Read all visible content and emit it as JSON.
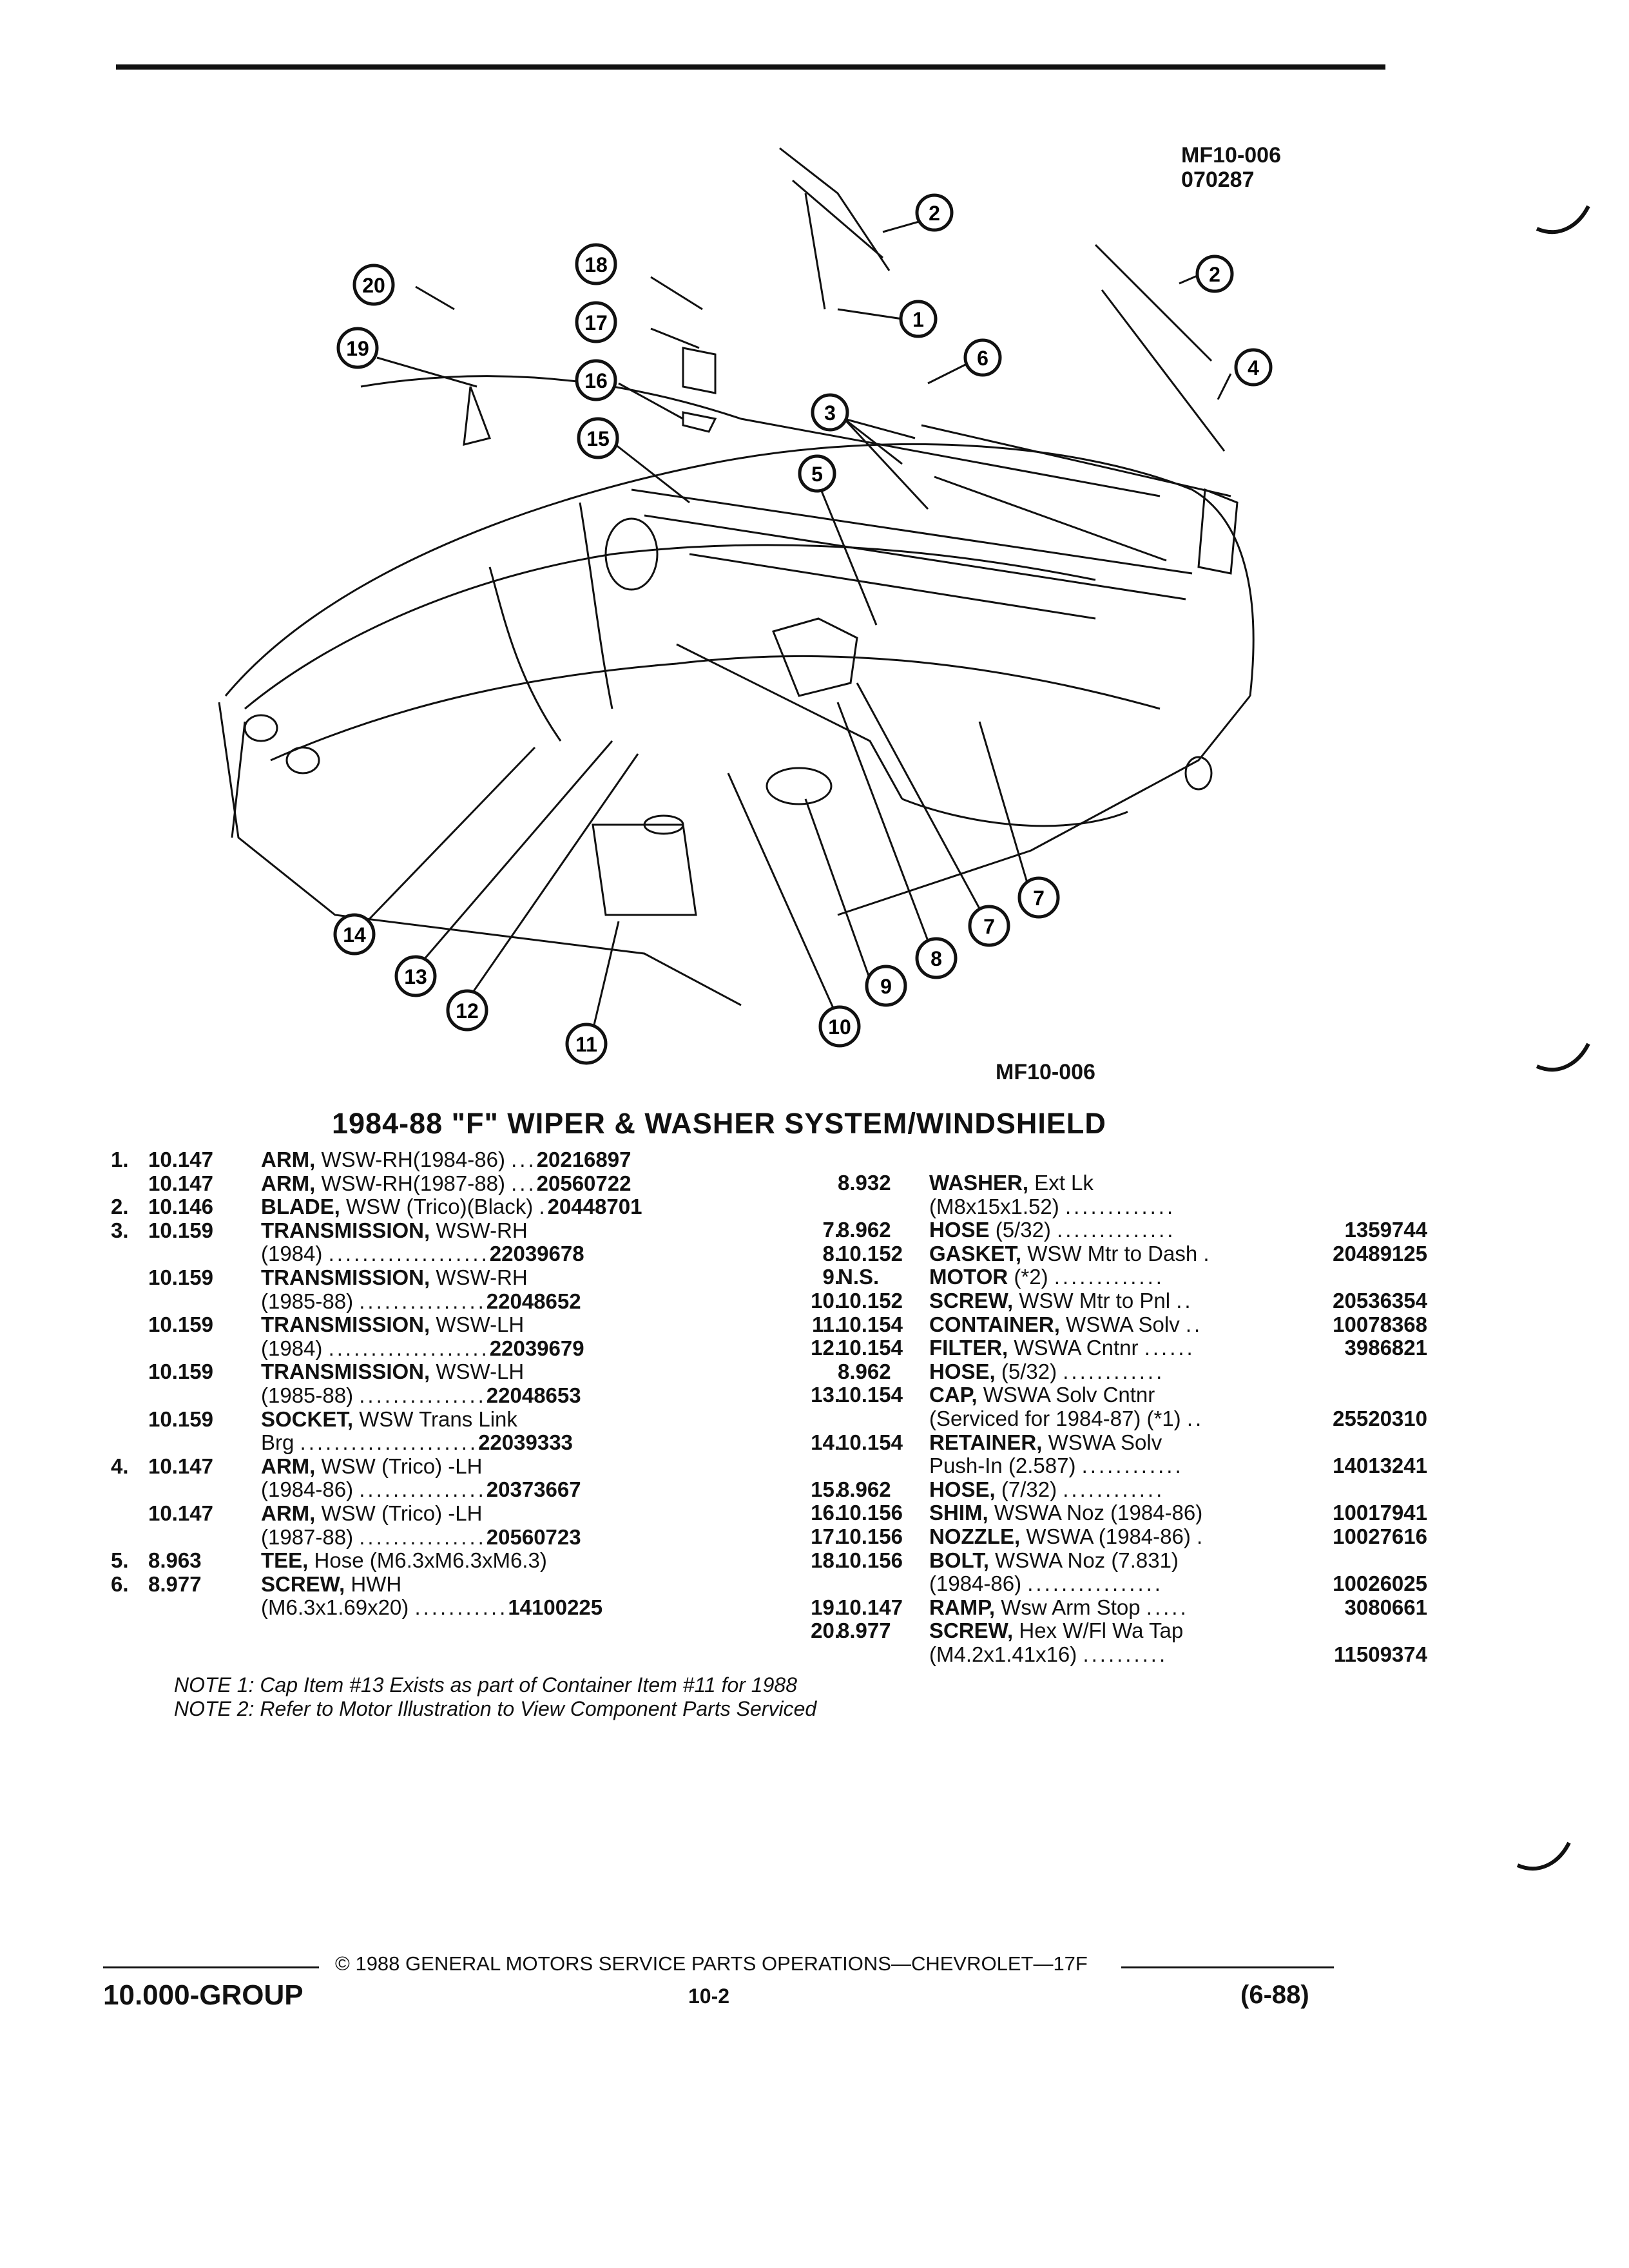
{
  "header": {
    "ref_code_line1": "MF10-006",
    "ref_code_line2": "070287"
  },
  "figure": {
    "label": "MF10-006",
    "callouts": [
      "20",
      "18",
      "19",
      "17",
      "16",
      "15",
      "2",
      "1",
      "2",
      "6",
      "4",
      "3",
      "5",
      "14",
      "13",
      "12",
      "11",
      "10",
      "9",
      "8",
      "7",
      "7"
    ]
  },
  "title": "1984-88 \"F\" WIPER & WASHER SYSTEM/WINDSHIELD",
  "left_parts": [
    {
      "n": "1.",
      "g": "10.147",
      "name": "ARM,",
      "desc": " WSW-RH(1984-86) ",
      "dots": "...",
      "part": "20216897"
    },
    {
      "n": "",
      "g": "10.147",
      "name": "ARM,",
      "desc": " WSW-RH(1987-88) ",
      "dots": "...",
      "part": "20560722"
    },
    {
      "n": "2.",
      "g": "10.146",
      "name": "BLADE,",
      "desc": " WSW (Trico)(Black) ",
      "dots": ".",
      "part": "20448701"
    },
    {
      "n": "3.",
      "g": "10.159",
      "name": "TRANSMISSION,",
      "desc": " WSW-RH",
      "dots": "",
      "part": ""
    },
    {
      "n": "",
      "g": "",
      "name": "",
      "desc": "(1984) ",
      "dots": "...................",
      "part": "22039678"
    },
    {
      "n": "",
      "g": "10.159",
      "name": "TRANSMISSION,",
      "desc": " WSW-RH",
      "dots": "",
      "part": ""
    },
    {
      "n": "",
      "g": "",
      "name": "",
      "desc": "(1985-88) ",
      "dots": "...............",
      "part": "22048652"
    },
    {
      "n": "",
      "g": "10.159",
      "name": "TRANSMISSION,",
      "desc": " WSW-LH",
      "dots": "",
      "part": ""
    },
    {
      "n": "",
      "g": "",
      "name": "",
      "desc": "(1984) ",
      "dots": "...................",
      "part": "22039679"
    },
    {
      "n": "",
      "g": "10.159",
      "name": "TRANSMISSION,",
      "desc": " WSW-LH",
      "dots": "",
      "part": ""
    },
    {
      "n": "",
      "g": "",
      "name": "",
      "desc": "(1985-88) ",
      "dots": "...............",
      "part": "22048653"
    },
    {
      "n": "",
      "g": "10.159",
      "name": "SOCKET,",
      "desc": " WSW Trans Link",
      "dots": "",
      "part": ""
    },
    {
      "n": "",
      "g": "",
      "name": "",
      "desc": "Brg ",
      "dots": ".....................",
      "part": "22039333"
    },
    {
      "n": "4.",
      "g": "10.147",
      "name": "ARM,",
      "desc": " WSW (Trico) -LH",
      "dots": "",
      "part": ""
    },
    {
      "n": "",
      "g": "",
      "name": "",
      "desc": "(1984-86) ",
      "dots": "...............",
      "part": "20373667"
    },
    {
      "n": "",
      "g": "10.147",
      "name": "ARM,",
      "desc": " WSW (Trico) -LH",
      "dots": "",
      "part": ""
    },
    {
      "n": "",
      "g": "",
      "name": "",
      "desc": "(1987-88) ",
      "dots": "...............",
      "part": "20560723"
    },
    {
      "n": "5.",
      "g": "8.963",
      "name": "TEE,",
      "desc": " Hose (M6.3xM6.3xM6.3)",
      "dots": "",
      "part": ""
    },
    {
      "n": "6.",
      "g": "8.977",
      "name": "SCREW,",
      "desc": " HWH",
      "dots": "",
      "part": ""
    },
    {
      "n": "",
      "g": "",
      "name": "",
      "desc": "(M6.3x1.69x20) ",
      "dots": "...........",
      "part": "14100225"
    }
  ],
  "right_parts": [
    {
      "n": "",
      "g": "8.932",
      "name": "WASHER,",
      "desc": " Ext Lk",
      "dots": "",
      "part": ""
    },
    {
      "n": "",
      "g": "",
      "name": "",
      "desc": "(M8x15x1.52) ",
      "dots": ".............",
      "part": ""
    },
    {
      "n": "7.",
      "g": "8.962",
      "name": "HOSE",
      "desc": " (5/32) ",
      "dots": "..............",
      "part": "1359744"
    },
    {
      "n": "8.",
      "g": "10.152",
      "name": "GASKET,",
      "desc": " WSW Mtr to Dash ",
      "dots": ".",
      "part": "20489125"
    },
    {
      "n": "9.",
      "g": "N.S.",
      "name": "MOTOR",
      "desc": " (*2) ",
      "dots": ".............",
      "part": ""
    },
    {
      "n": "10.",
      "g": "10.152",
      "name": "SCREW,",
      "desc": " WSW Mtr to Pnl ",
      "dots": "..",
      "part": "20536354"
    },
    {
      "n": "11.",
      "g": "10.154",
      "name": "CONTAINER,",
      "desc": " WSWA Solv ",
      "dots": "..",
      "part": "10078368"
    },
    {
      "n": "12.",
      "g": "10.154",
      "name": "FILTER,",
      "desc": " WSWA Cntnr ",
      "dots": "......",
      "part": "3986821"
    },
    {
      "n": "",
      "g": "8.962",
      "name": "HOSE,",
      "desc": " (5/32) ",
      "dots": "............",
      "part": ""
    },
    {
      "n": "13.",
      "g": "10.154",
      "name": "CAP,",
      "desc": " WSWA Solv Cntnr",
      "dots": "",
      "part": ""
    },
    {
      "n": "",
      "g": "",
      "name": "",
      "desc": "(Serviced for 1984-87) (*1) ",
      "dots": "..",
      "part": "25520310"
    },
    {
      "n": "14.",
      "g": "10.154",
      "name": "RETAINER,",
      "desc": " WSWA Solv",
      "dots": "",
      "part": ""
    },
    {
      "n": "",
      "g": "",
      "name": "",
      "desc": "Push-In (2.587) ",
      "dots": "............",
      "part": "14013241"
    },
    {
      "n": "15.",
      "g": "8.962",
      "name": "HOSE,",
      "desc": " (7/32) ",
      "dots": "............",
      "part": ""
    },
    {
      "n": "16.",
      "g": "10.156",
      "name": "SHIM,",
      "desc": " WSWA Noz (1984-86) ",
      "dots": "",
      "part": "10017941"
    },
    {
      "n": "17.",
      "g": "10.156",
      "name": "NOZZLE,",
      "desc": " WSWA (1984-86) ",
      "dots": ".",
      "part": "10027616"
    },
    {
      "n": "18.",
      "g": "10.156",
      "name": "BOLT,",
      "desc": " WSWA Noz (7.831)",
      "dots": "",
      "part": ""
    },
    {
      "n": "",
      "g": "",
      "name": "",
      "desc": "(1984-86) ",
      "dots": "................",
      "part": "10026025"
    },
    {
      "n": "19.",
      "g": "10.147",
      "name": "RAMP,",
      "desc": " Wsw Arm Stop ",
      "dots": ".....",
      "part": "3080661"
    },
    {
      "n": "20.",
      "g": "8.977",
      "name": "SCREW,",
      "desc": " Hex W/Fl Wa Tap",
      "dots": "",
      "part": ""
    },
    {
      "n": "",
      "g": "",
      "name": "",
      "desc": "(M4.2x1.41x16) ",
      "dots": "..........",
      "part": "11509374"
    }
  ],
  "notes": [
    "NOTE 1: Cap Item #13 Exists as part of Container Item #11 for 1988",
    "NOTE 2: Refer to Motor Illustration to View Component Parts Serviced"
  ],
  "footer": {
    "text": "© 1988 GENERAL MOTORS SERVICE PARTS OPERATIONS—CHEVROLET—17F",
    "group": "10.000-GROUP",
    "page": "10-2",
    "date": "(6-88)"
  }
}
